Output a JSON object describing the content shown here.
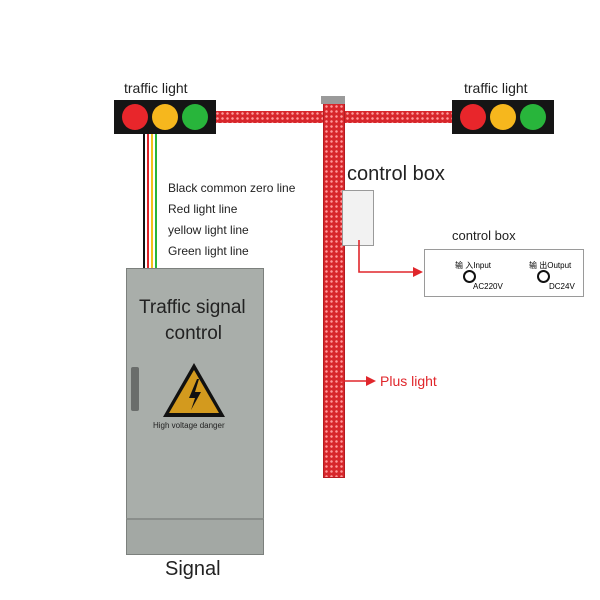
{
  "traffic_light_left": {
    "label": "traffic light"
  },
  "traffic_light_right": {
    "label": "traffic light"
  },
  "colors": {
    "red": "#e8262b",
    "yellow": "#f6b71d",
    "green": "#28b53b",
    "pole_red": "#d7262b",
    "arrow_red": "#e0262b",
    "cabinet": "#a9aeaa"
  },
  "wires": {
    "black": "Black common zero line",
    "red": "Red light line",
    "yellow": "yellow light line",
    "green": "Green light line"
  },
  "control_box_small": {
    "label": "control box"
  },
  "control_box_panel": {
    "title": "control box",
    "input_cn": "输 入",
    "input_en": "Input",
    "input_voltage": "AC220V",
    "output_cn": "输 出",
    "output_en": "Output",
    "output_voltage": "DC24V"
  },
  "cabinet": {
    "title_line1": "Traffic signal",
    "title_line2": "control",
    "warning_text": "High voltage danger",
    "caption": "Signal"
  },
  "plus_light": {
    "label": "Plus light"
  }
}
